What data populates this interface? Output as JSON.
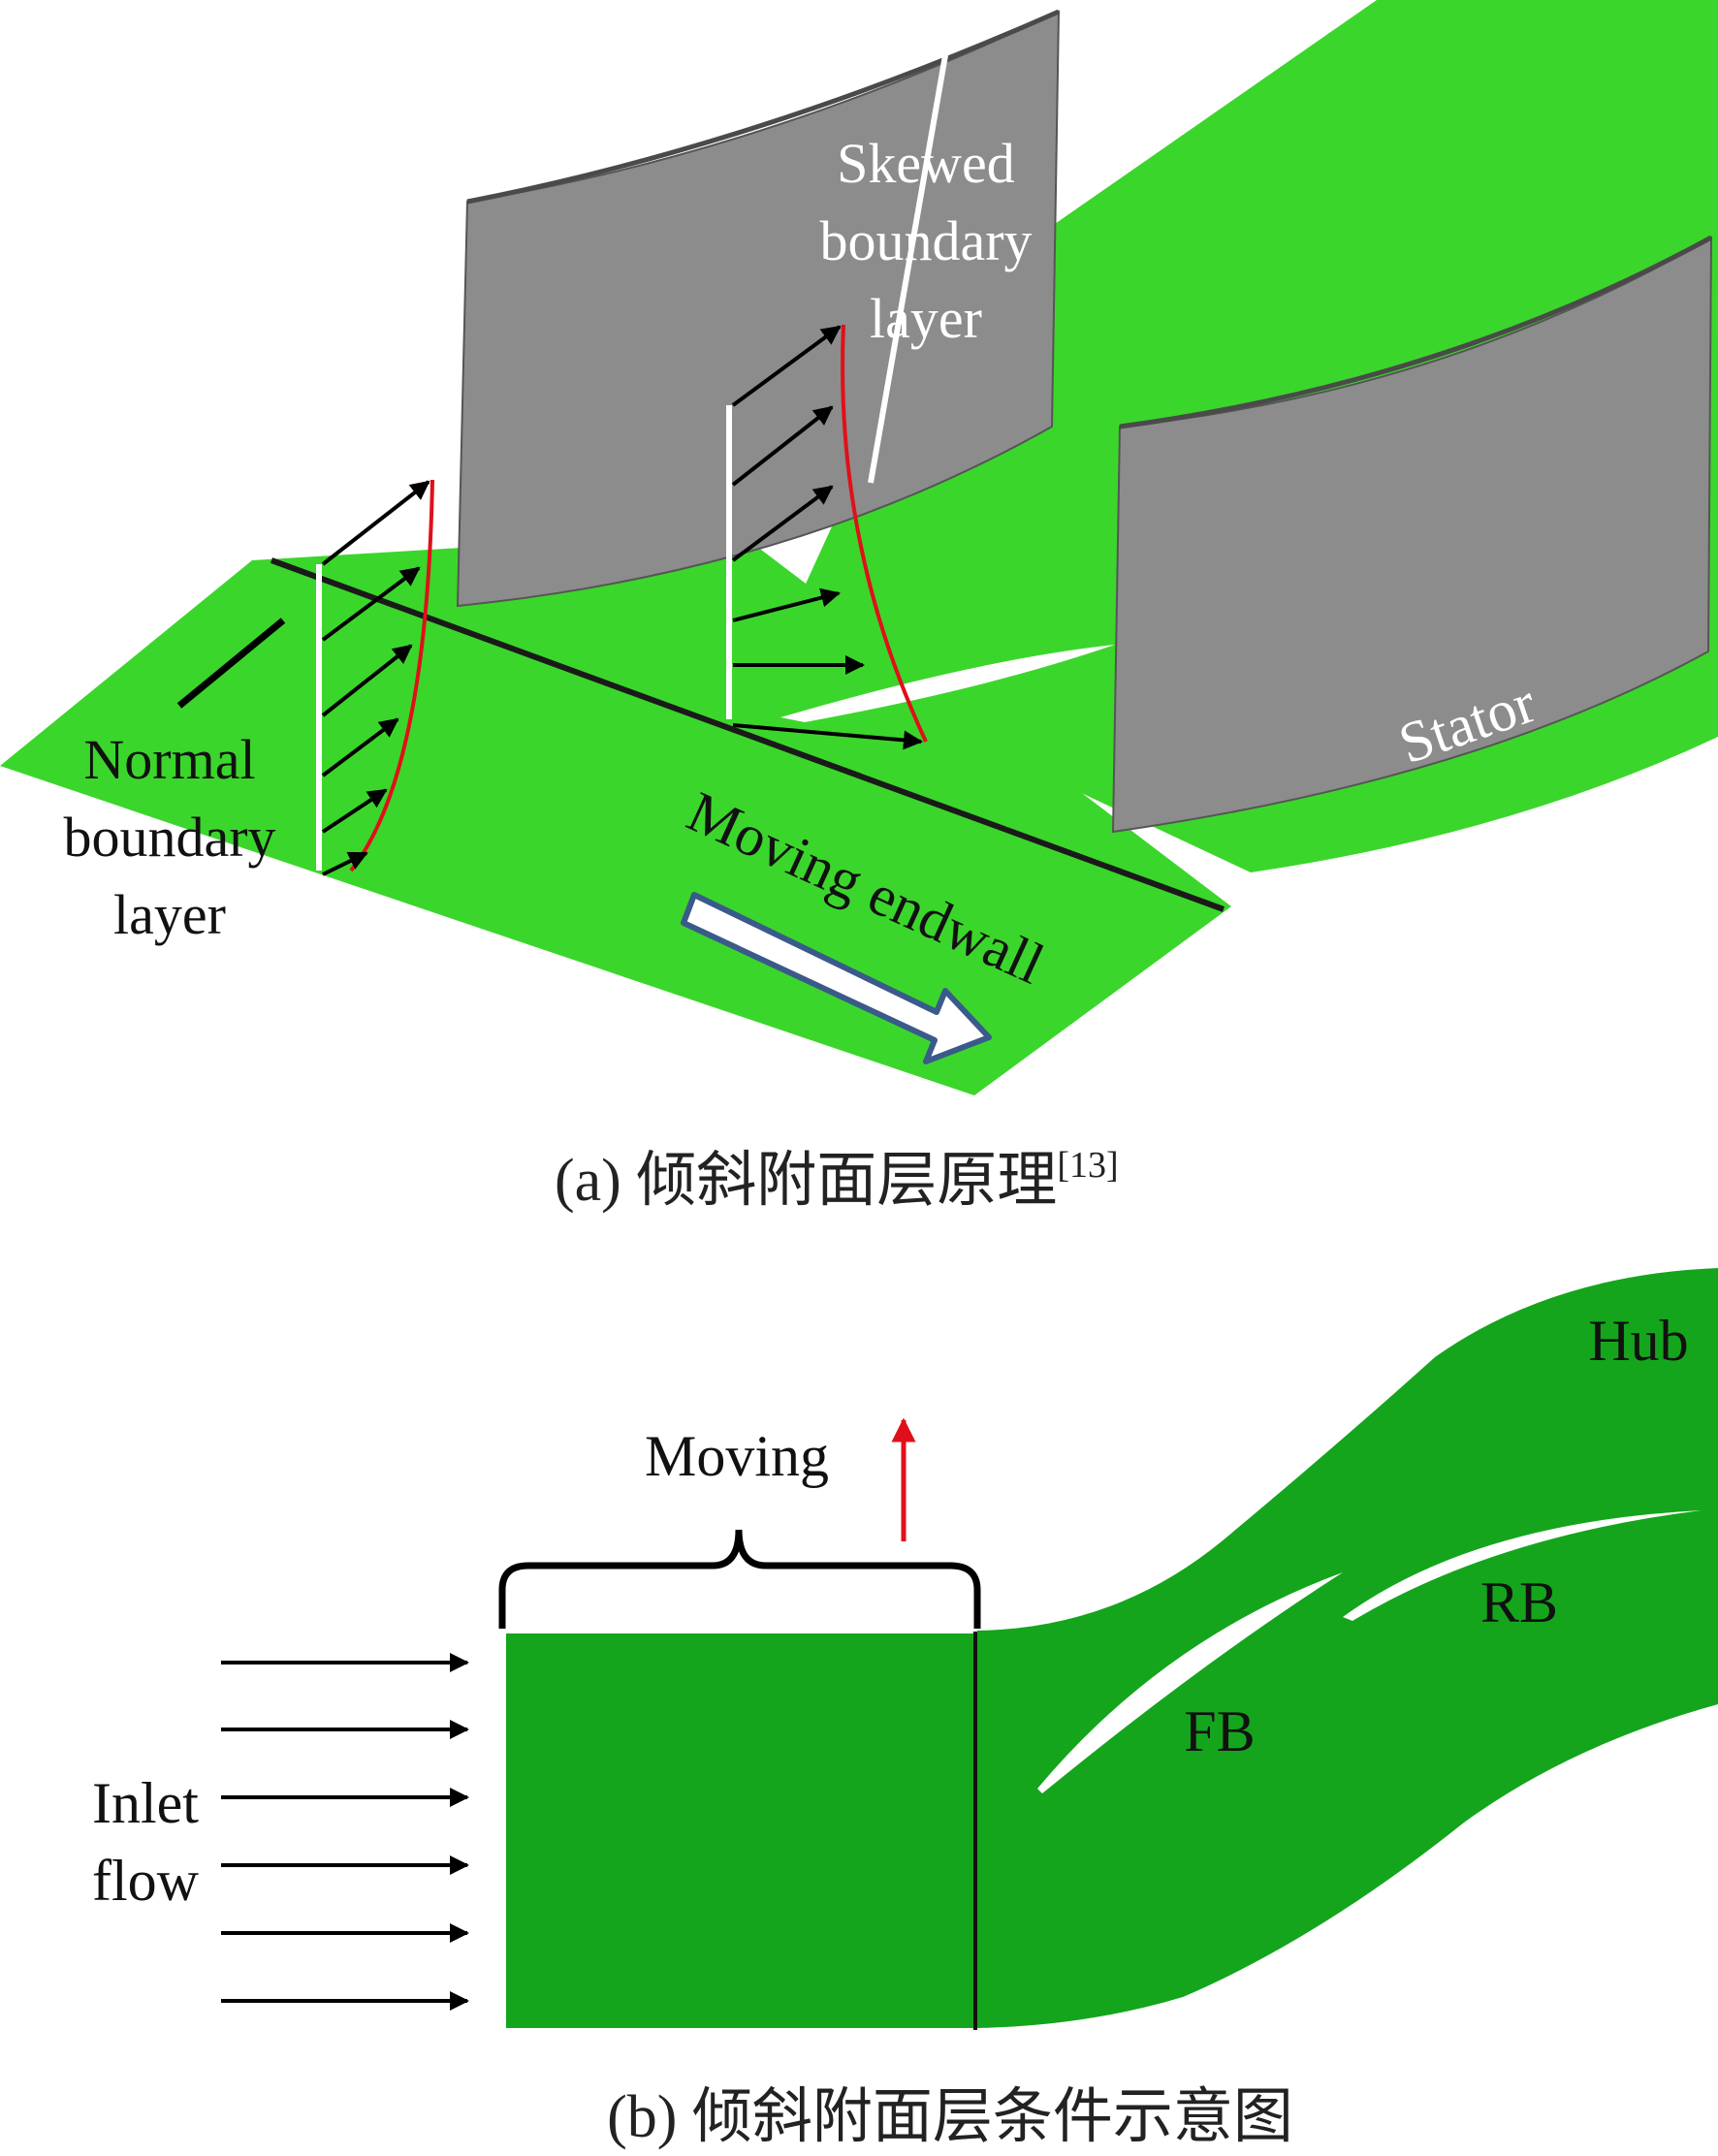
{
  "panel_a": {
    "labels": {
      "skewed_line1": "Skewed",
      "skewed_line2": "boundary",
      "skewed_line3": "layer",
      "normal_line1": "Normal",
      "normal_line2": "boundary",
      "normal_line3": "layer",
      "moving_endwall": "Moving endwall",
      "stator": "Stator"
    },
    "caption": "(a) 倾斜附面层原理",
    "caption_ref": "[13]"
  },
  "panel_b": {
    "labels": {
      "moving": "Moving",
      "inlet_line1": "Inlet",
      "inlet_line2": "flow",
      "hub": "Hub",
      "rb": "RB",
      "fb": "FB"
    },
    "caption": "(b) 倾斜附面层条件示意图"
  },
  "colors": {
    "endwall_green": "#3bd62b",
    "hub_green": "#14a51c",
    "blade_gray": "#8c8c8c",
    "profile_red": "#e0101a",
    "arrow_black": "#000000",
    "moving_arrow_outline": "#3a5a8a",
    "up_arrow_red": "#e0101a"
  }
}
